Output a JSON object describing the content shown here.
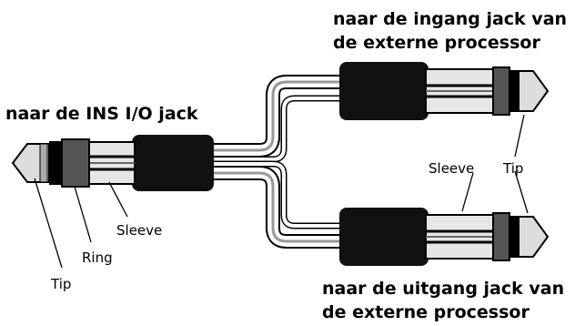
{
  "headings": {
    "top_right_line1": "naar de ingang jack van",
    "top_right_line2": "de externe processor",
    "left": "naar de INS I/O jack",
    "bottom_right_line1": "naar de uitgang jack van",
    "bottom_right_line2": "de externe processor"
  },
  "labels": {
    "left_sleeve": "Sleeve",
    "left_ring": "Ring",
    "left_tip": "Tip",
    "right_sleeve": "Sleeve",
    "right_tip": "Tip"
  }
}
